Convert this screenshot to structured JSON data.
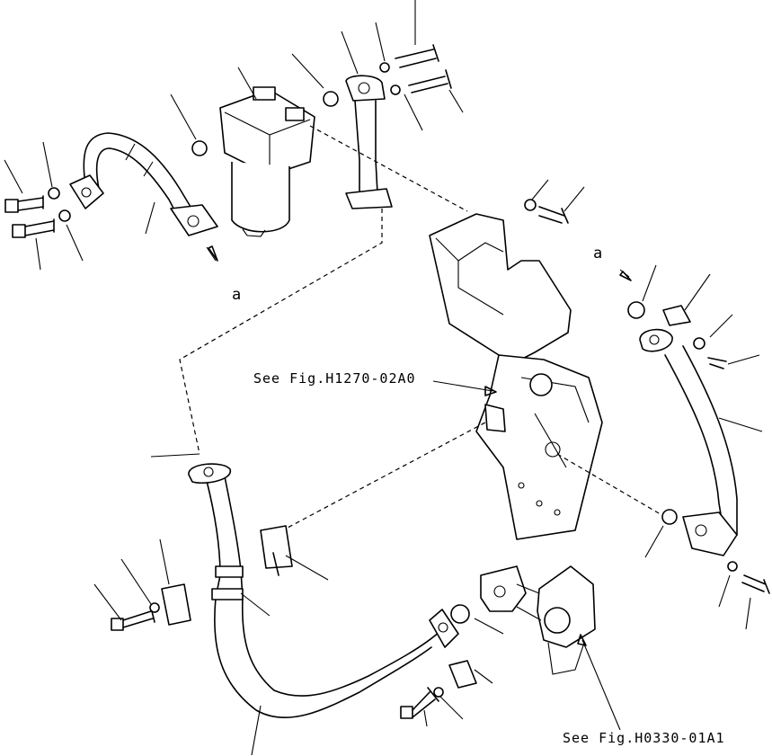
{
  "references": {
    "ref_top": "See Fig.H1270-02A0",
    "ref_bottom": "See Fig.H0330-01A1"
  },
  "markers": {
    "marker_left": "a",
    "marker_right": "a"
  }
}
